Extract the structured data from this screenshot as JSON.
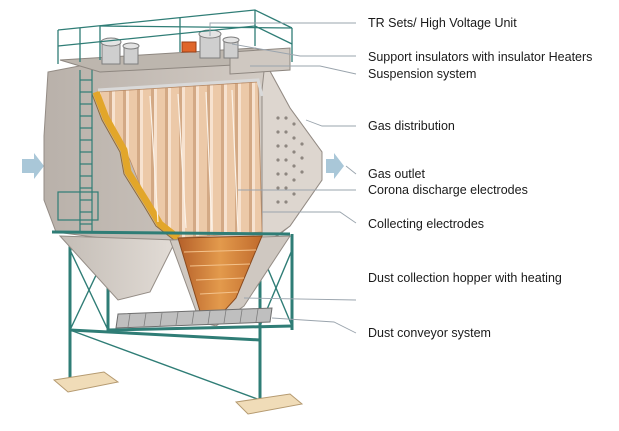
{
  "labels": {
    "tr_sets": "TR Sets/ High Voltage Unit",
    "support_insulators": "Support insulators with insulator Heaters",
    "suspension": "Suspension system",
    "gas_distribution": "Gas distribution",
    "gas_outlet": "Gas outlet",
    "corona": "Corona discharge electrodes",
    "collecting": "Collecting electrodes",
    "hopper": "Dust collection hopper with heating",
    "conveyor": "Dust conveyor system"
  },
  "colors": {
    "casing": "#c9c2bb",
    "casing_shadow": "#a79f98",
    "electrode": "#e9c4a3",
    "insulation": "#e2a62a",
    "hopper_inner": "#c8742c",
    "frame": "#2f7d76",
    "leader": "#9aa4ad",
    "arrow": "#a9c7d8"
  }
}
